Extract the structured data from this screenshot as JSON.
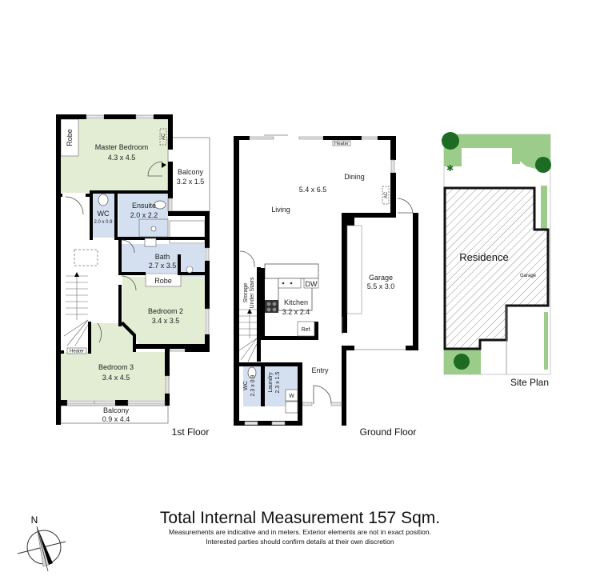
{
  "first_floor": {
    "label": "1st Floor",
    "rooms": {
      "master_bedroom": {
        "name": "Master Bedroom",
        "size": "4.3 x 4.5"
      },
      "robe_master": {
        "name": "Robe"
      },
      "ac_master": {
        "name": "AC"
      },
      "balcony_top": {
        "name": "Balcony",
        "size": "3.2 x 1.5"
      },
      "wc": {
        "name": "WC",
        "size": "2.0 x 0.9"
      },
      "ensuite": {
        "name": "Ensuite",
        "size": "2.0 x 2.2"
      },
      "bath": {
        "name": "Bath",
        "size": "2.7 x 3.5"
      },
      "robe_bed2": {
        "name": "Robe"
      },
      "bedroom2": {
        "name": "Bedroom 2",
        "size": "3.4 x 3.5"
      },
      "heater": {
        "name": "Heater"
      },
      "bedroom3": {
        "name": "Bedroom 3",
        "size": "3.4 x 4.5"
      },
      "balcony_bottom": {
        "name": "Balcony",
        "size": "0.9 x 4.4"
      }
    }
  },
  "ground_floor": {
    "label": "Ground Floor",
    "rooms": {
      "living_dining_size": {
        "size": "5.4 x 6.5"
      },
      "living": {
        "name": "Living"
      },
      "dining": {
        "name": "Dining"
      },
      "heater": {
        "name": "Heater"
      },
      "ac": {
        "name": "AC"
      },
      "storage": {
        "name_line1": "Storage",
        "name_line2": "Under Stairs"
      },
      "kitchen": {
        "name": "Kitchen",
        "size": "3.2 x 2.4"
      },
      "dw": {
        "name": "DW"
      },
      "ref": {
        "name": "Ref."
      },
      "garage": {
        "name": "Garage",
        "size": "5.5 x 3.0"
      },
      "entry": {
        "name": "Entry"
      },
      "wc": {
        "name": "WC",
        "size": "2.3 x 0.9"
      },
      "laundry": {
        "name": "Laundry",
        "size": "2.3 x 1.5"
      },
      "washer": {
        "name": "W"
      }
    }
  },
  "site_plan": {
    "label": "Site Plan",
    "residence": "Residence",
    "garage": "Garage"
  },
  "compass": {
    "north": "N"
  },
  "footer": {
    "title": "Total Internal Measurement 157 Sqm.",
    "line1": "Measurements are indicative and in meters. Exterior elements are not in exact position.",
    "line2": "Interested parties should confirm details at their own discretion"
  },
  "colors": {
    "bedroom_fill": "#e3edd3",
    "wet_area_fill": "#d4dff0",
    "wall": "#000000",
    "garden_fill": "#9ccc8a",
    "tree_fill": "#1e6b23"
  }
}
